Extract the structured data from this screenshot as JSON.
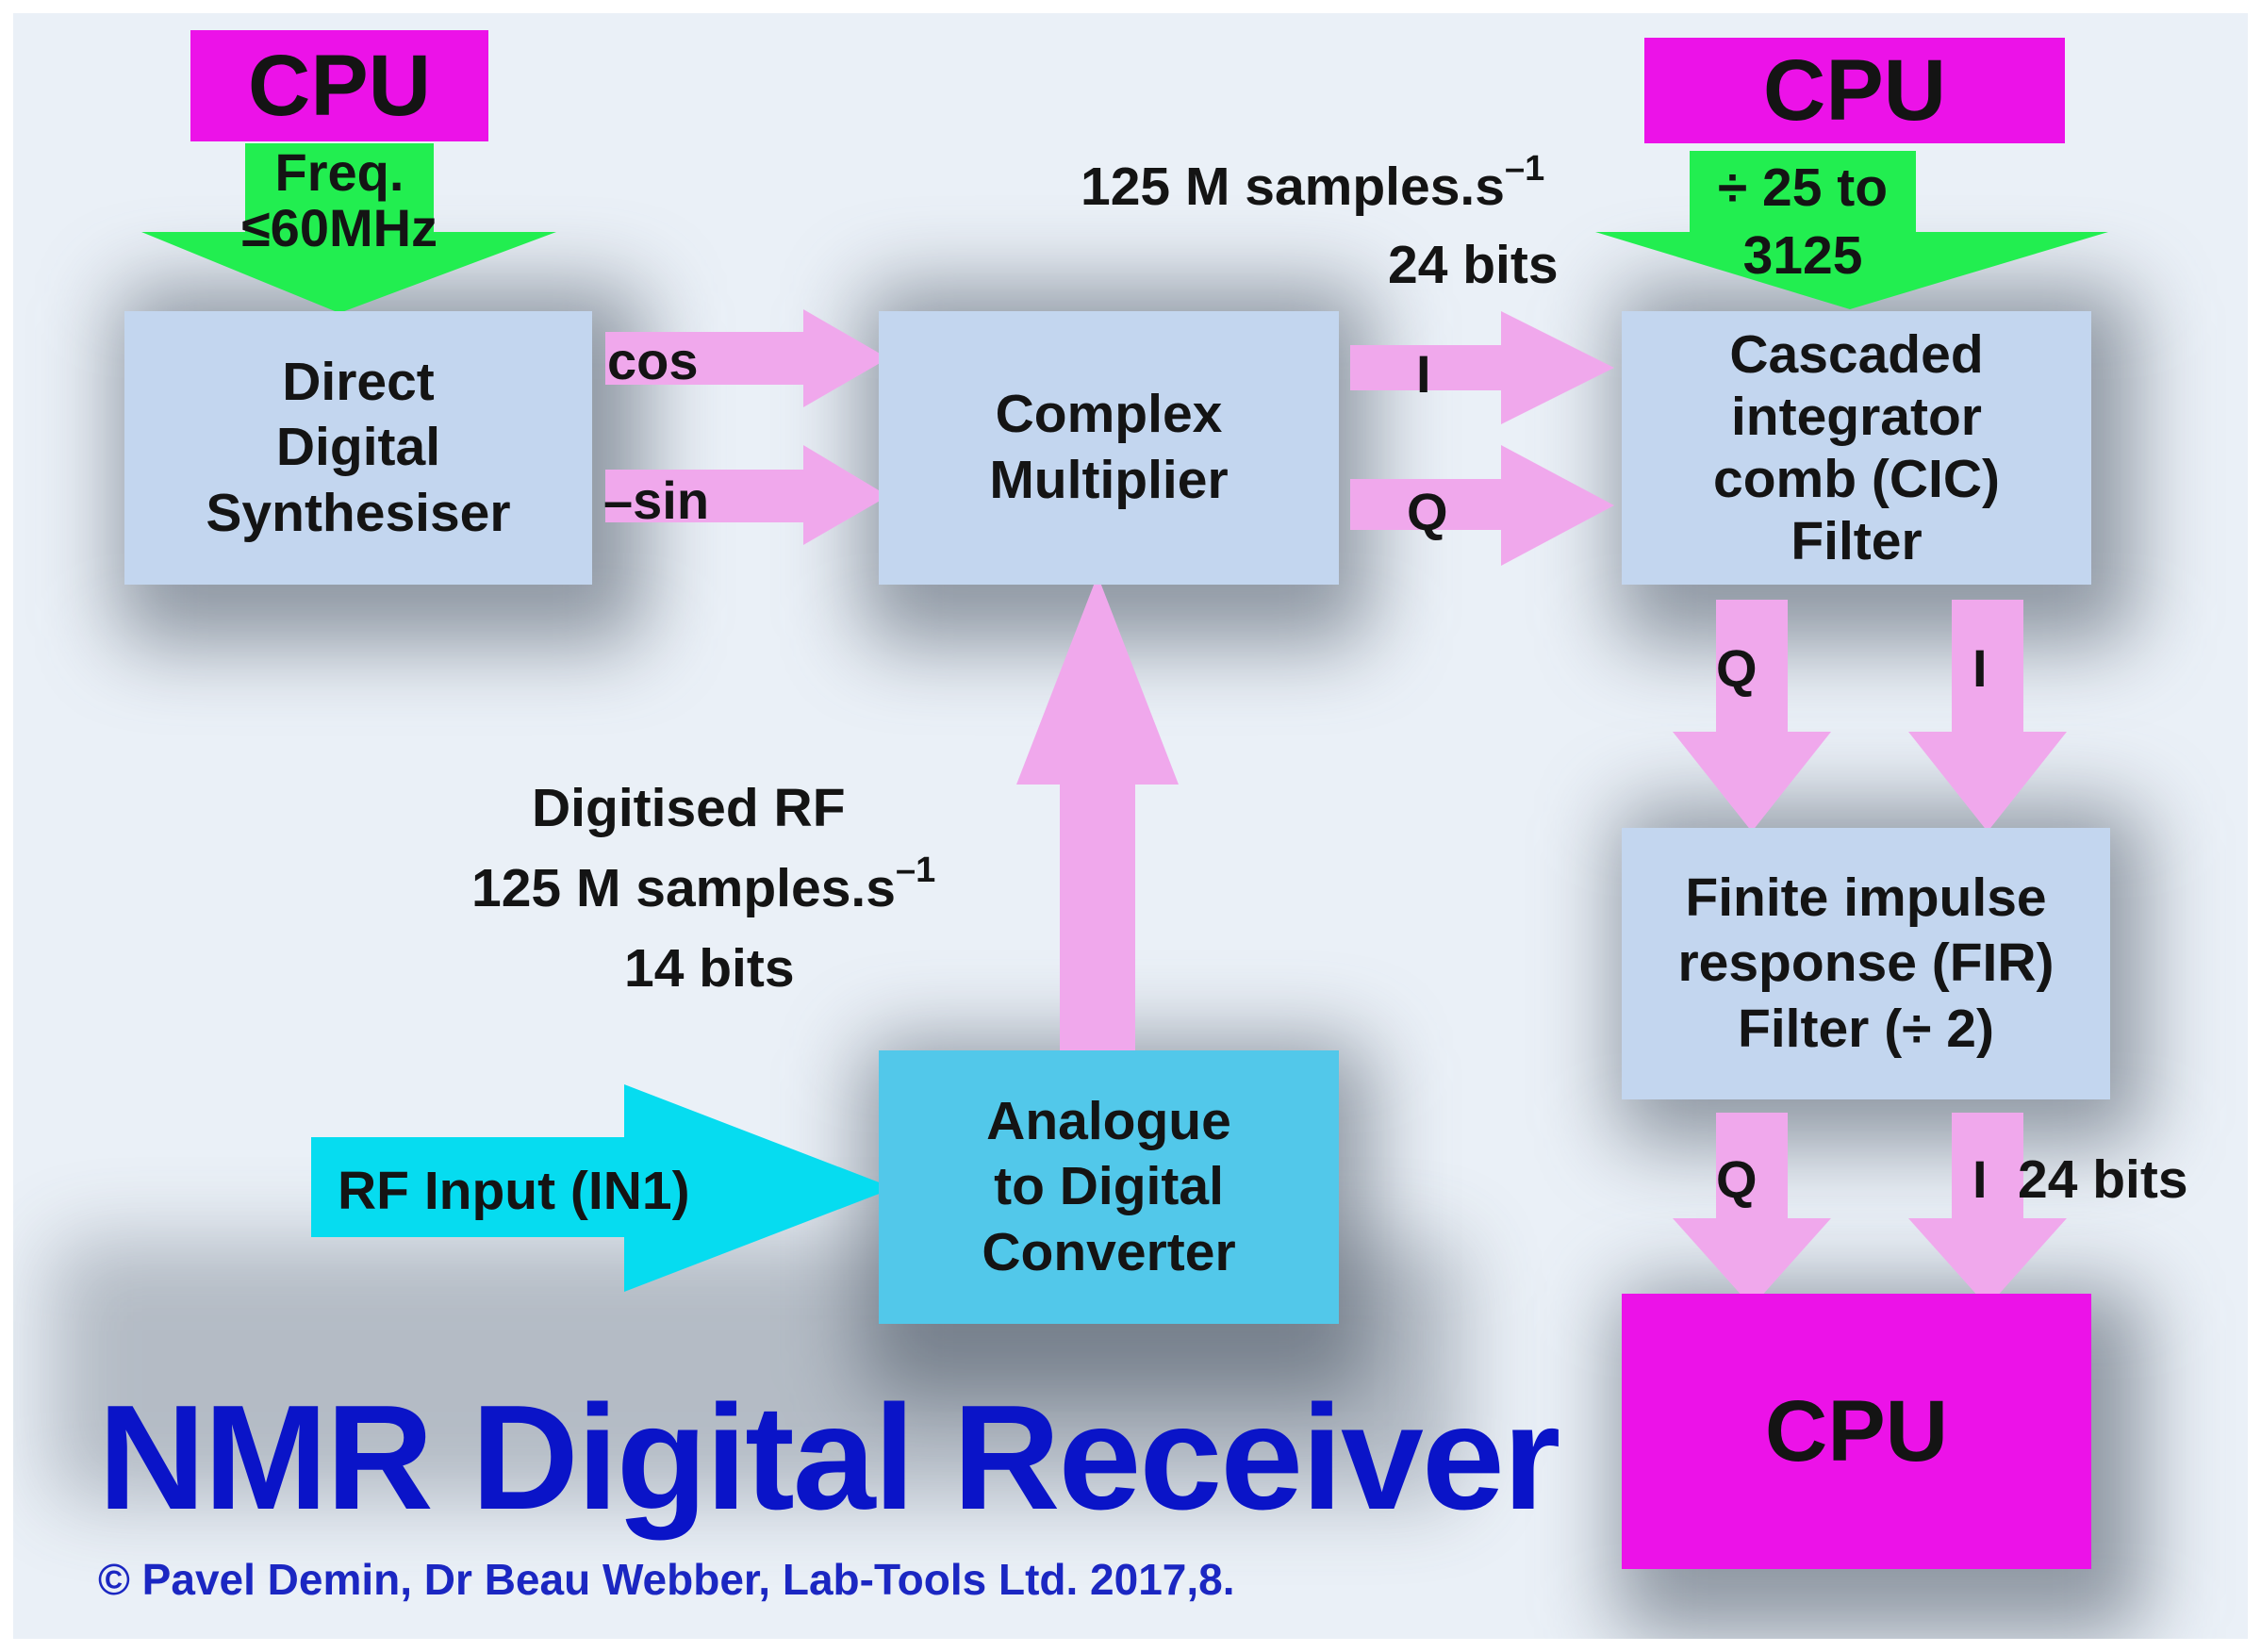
{
  "boxes": {
    "dds": "Direct\nDigital\nSynthesiser",
    "multiplier": "Complex\nMultiplier",
    "cic": "Cascaded\nintegrator\ncomb (CIC)\nFilter",
    "fir": "Finite impulse\nresponse (FIR)\nFilter (÷ 2)",
    "adc": "Analogue\nto Digital\nConverter",
    "cpu_main": "CPU"
  },
  "cpu_tags": {
    "left": "CPU",
    "right": "CPU"
  },
  "arrows": {
    "freq": "Freq.\n≤60MHz",
    "decim": "÷ 25 to\n3125",
    "cos": "cos",
    "sin": "–sin",
    "i_top": "I",
    "q_top": "Q",
    "q_down1": "Q",
    "i_down1": "I",
    "q_down2": "Q",
    "i_down2": "I",
    "rf_input": "RF Input (IN1)"
  },
  "labels": {
    "rate_top_main": "125 M samples.s",
    "rate_top_sup": "–1",
    "bits_top": "24 bits",
    "digitised": "Digitised RF",
    "rate_mid_main": "125 M samples.s",
    "rate_mid_sup": "–1",
    "bits_mid": "14 bits",
    "bits_out": "24 bits"
  },
  "title": "NMR Digital Receiver",
  "copyright": "© Pavel Demin, Dr Beau Webber, Lab-Tools Ltd. 2017,8.",
  "colors": {
    "background": "#eaf0f7",
    "box_blue": "#c3d6ef",
    "box_cyan": "#52c8ea",
    "cpu_magenta": "#ec12e8",
    "arrow_pink": "#f0a8ec",
    "arrow_green": "#22ee50",
    "arrow_cyan": "#06dcf0",
    "title_blue": "#0a14c8"
  }
}
